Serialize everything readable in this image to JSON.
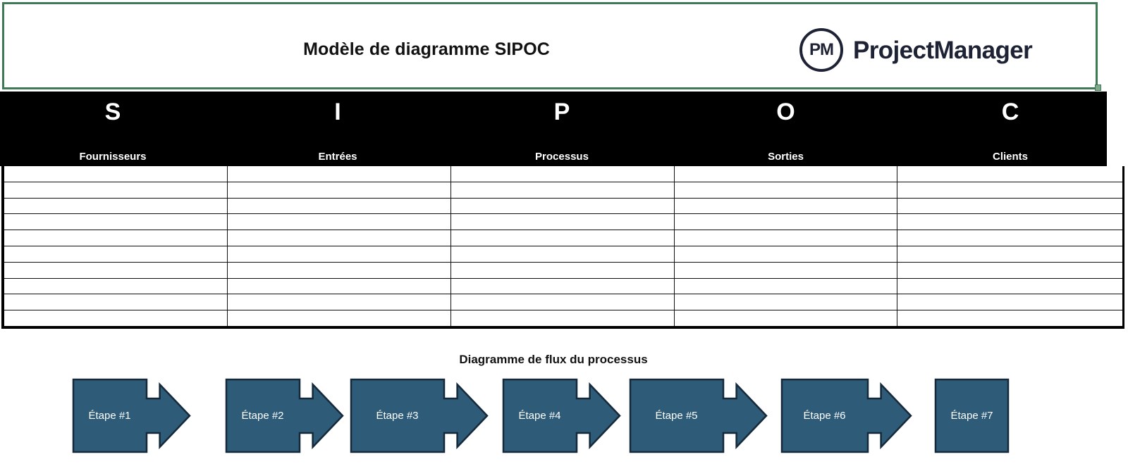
{
  "header": {
    "title": "Modèle de diagramme SIPOC",
    "logo": {
      "mark_text": "PM",
      "wordmark": "ProjectManager"
    }
  },
  "sipoc_table": {
    "columns": [
      {
        "letter": "S",
        "label": "Fournisseurs"
      },
      {
        "letter": "I",
        "label": "Entrées"
      },
      {
        "letter": "P",
        "label": "Processus"
      },
      {
        "letter": "O",
        "label": "Sorties"
      },
      {
        "letter": "C",
        "label": "Clients"
      }
    ],
    "row_count": 10,
    "rows": [
      [
        "",
        "",
        "",
        "",
        ""
      ],
      [
        "",
        "",
        "",
        "",
        ""
      ],
      [
        "",
        "",
        "",
        "",
        ""
      ],
      [
        "",
        "",
        "",
        "",
        ""
      ],
      [
        "",
        "",
        "",
        "",
        ""
      ],
      [
        "",
        "",
        "",
        "",
        ""
      ],
      [
        "",
        "",
        "",
        "",
        ""
      ],
      [
        "",
        "",
        "",
        "",
        ""
      ],
      [
        "",
        "",
        "",
        "",
        ""
      ],
      [
        "",
        "",
        "",
        "",
        ""
      ]
    ]
  },
  "process_flow": {
    "title": "Diagramme de flux du processus",
    "steps": [
      {
        "label": "Étape #1",
        "shape": "arrow"
      },
      {
        "label": "Étape #2",
        "shape": "arrow"
      },
      {
        "label": "Étape #3",
        "shape": "arrow"
      },
      {
        "label": "Étape #4",
        "shape": "arrow"
      },
      {
        "label": "Étape #5",
        "shape": "arrow"
      },
      {
        "label": "Étape #6",
        "shape": "arrow"
      },
      {
        "label": "Étape #7",
        "shape": "square"
      }
    ]
  },
  "colors": {
    "header_border_green": "#3E7A53",
    "sipoc_header_bg": "#000000",
    "step_fill": "#2D5B78",
    "step_stroke": "#15293A",
    "brand_navy": "#1E2235"
  }
}
